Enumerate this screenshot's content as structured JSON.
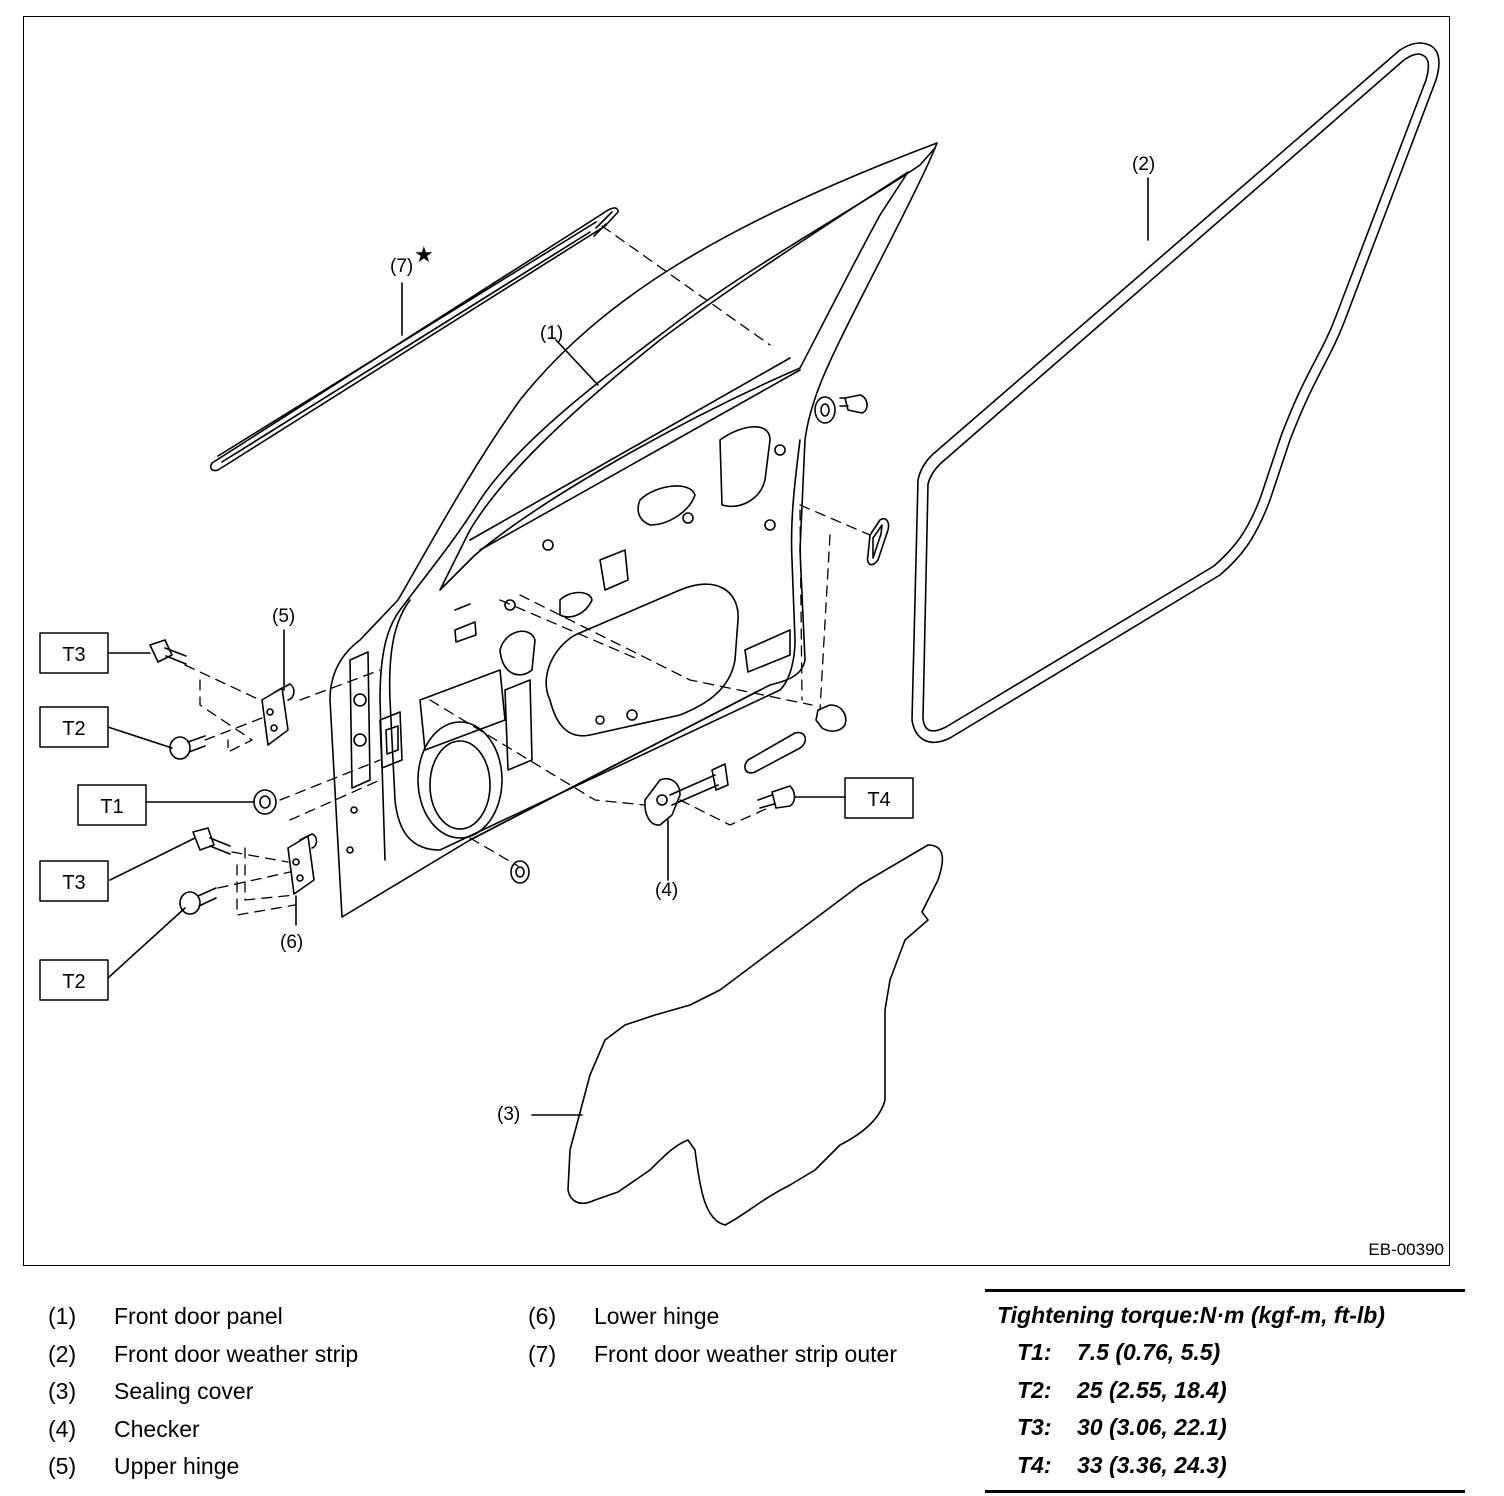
{
  "callouts": {
    "c1": "(1)",
    "c2": "(2)",
    "c3": "(3)",
    "c4": "(4)",
    "c5": "(5)",
    "c6": "(6)",
    "c7": "(7)",
    "star": "★"
  },
  "torque_boxes": {
    "t3_upper": "T3",
    "t2_upper": "T2",
    "t1": "T1",
    "t3_lower": "T3",
    "t2_lower": "T2",
    "t4": "T4"
  },
  "drawing_code": "EB-00390",
  "legend": {
    "left": [
      {
        "num": "(1)",
        "name": "Front door panel"
      },
      {
        "num": "(2)",
        "name": "Front door weather strip"
      },
      {
        "num": "(3)",
        "name": "Sealing cover"
      },
      {
        "num": "(4)",
        "name": "Checker"
      },
      {
        "num": "(5)",
        "name": "Upper hinge"
      }
    ],
    "middle": [
      {
        "num": "(6)",
        "name": "Lower hinge"
      },
      {
        "num": "(7)",
        "name": "Front door weather strip outer"
      }
    ]
  },
  "torque_table": {
    "title": "Tightening torque:N·m (kgf-m, ft-lb)",
    "rows": [
      {
        "id": "T1:",
        "value": "7.5 (0.76, 5.5)"
      },
      {
        "id": "T2:",
        "value": "25 (2.55, 18.4)"
      },
      {
        "id": "T3:",
        "value": "30 (3.06, 22.1)"
      },
      {
        "id": "T4:",
        "value": "33 (3.36, 24.3)"
      }
    ]
  }
}
